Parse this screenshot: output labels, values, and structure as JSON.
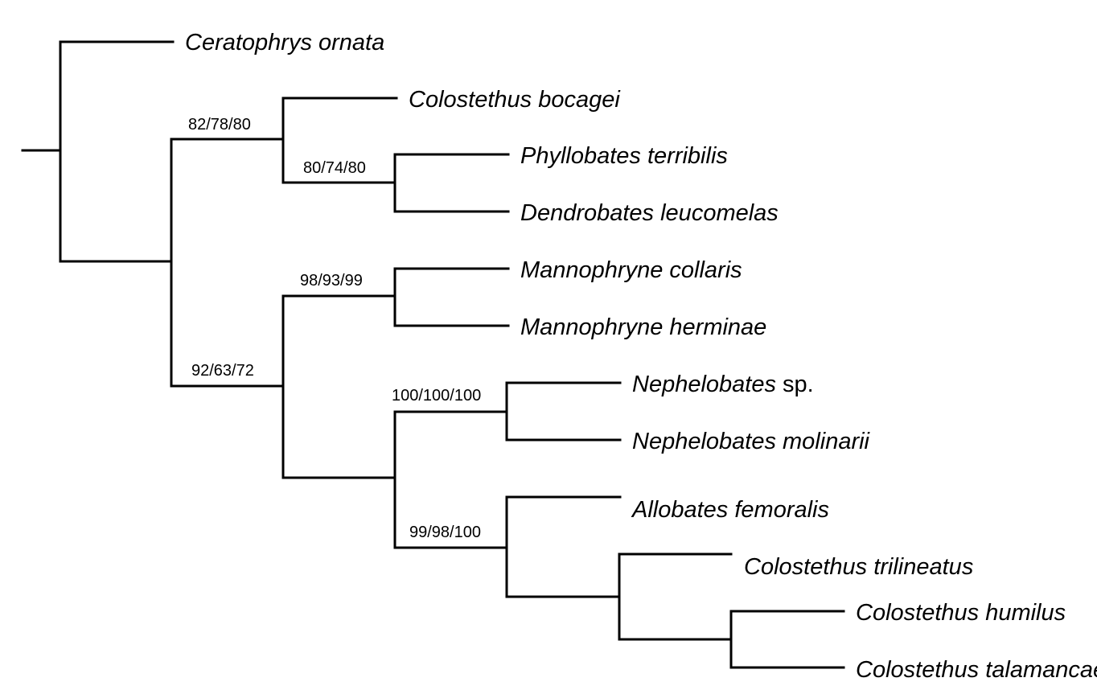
{
  "taxa": [
    {
      "name": "Ceratophrys ornata",
      "qualifier": ""
    },
    {
      "name": "Colostethus bocagei",
      "qualifier": ""
    },
    {
      "name": "Phyllobates terribilis",
      "qualifier": ""
    },
    {
      "name": "Dendrobates leucomelas",
      "qualifier": ""
    },
    {
      "name": "Mannophryne collaris",
      "qualifier": ""
    },
    {
      "name": "Mannophryne herminae",
      "qualifier": ""
    },
    {
      "name": "Nephelobates",
      "qualifier": " sp."
    },
    {
      "name": "Nephelobates molinarii",
      "qualifier": ""
    },
    {
      "name": "Allobates femoralis",
      "qualifier": ""
    },
    {
      "name": "Colostethus trilineatus",
      "qualifier": ""
    },
    {
      "name": "Colostethus humilus",
      "qualifier": ""
    },
    {
      "name": "Colostethus talamancae",
      "qualifier": ""
    }
  ],
  "support_values": {
    "bocagei_dendrobatid_clade": "82/78/80",
    "phyllobates_dendrobates": "80/74/80",
    "mannophryne": "98/93/99",
    "mannophryne_nephelobates_allobates_colostethus": "92/63/72",
    "nephelobates": "100/100/100",
    "allobates_colostethus": "99/98/100"
  },
  "colors": {
    "line": "#000000",
    "text": "#000000",
    "background": "#ffffff"
  }
}
